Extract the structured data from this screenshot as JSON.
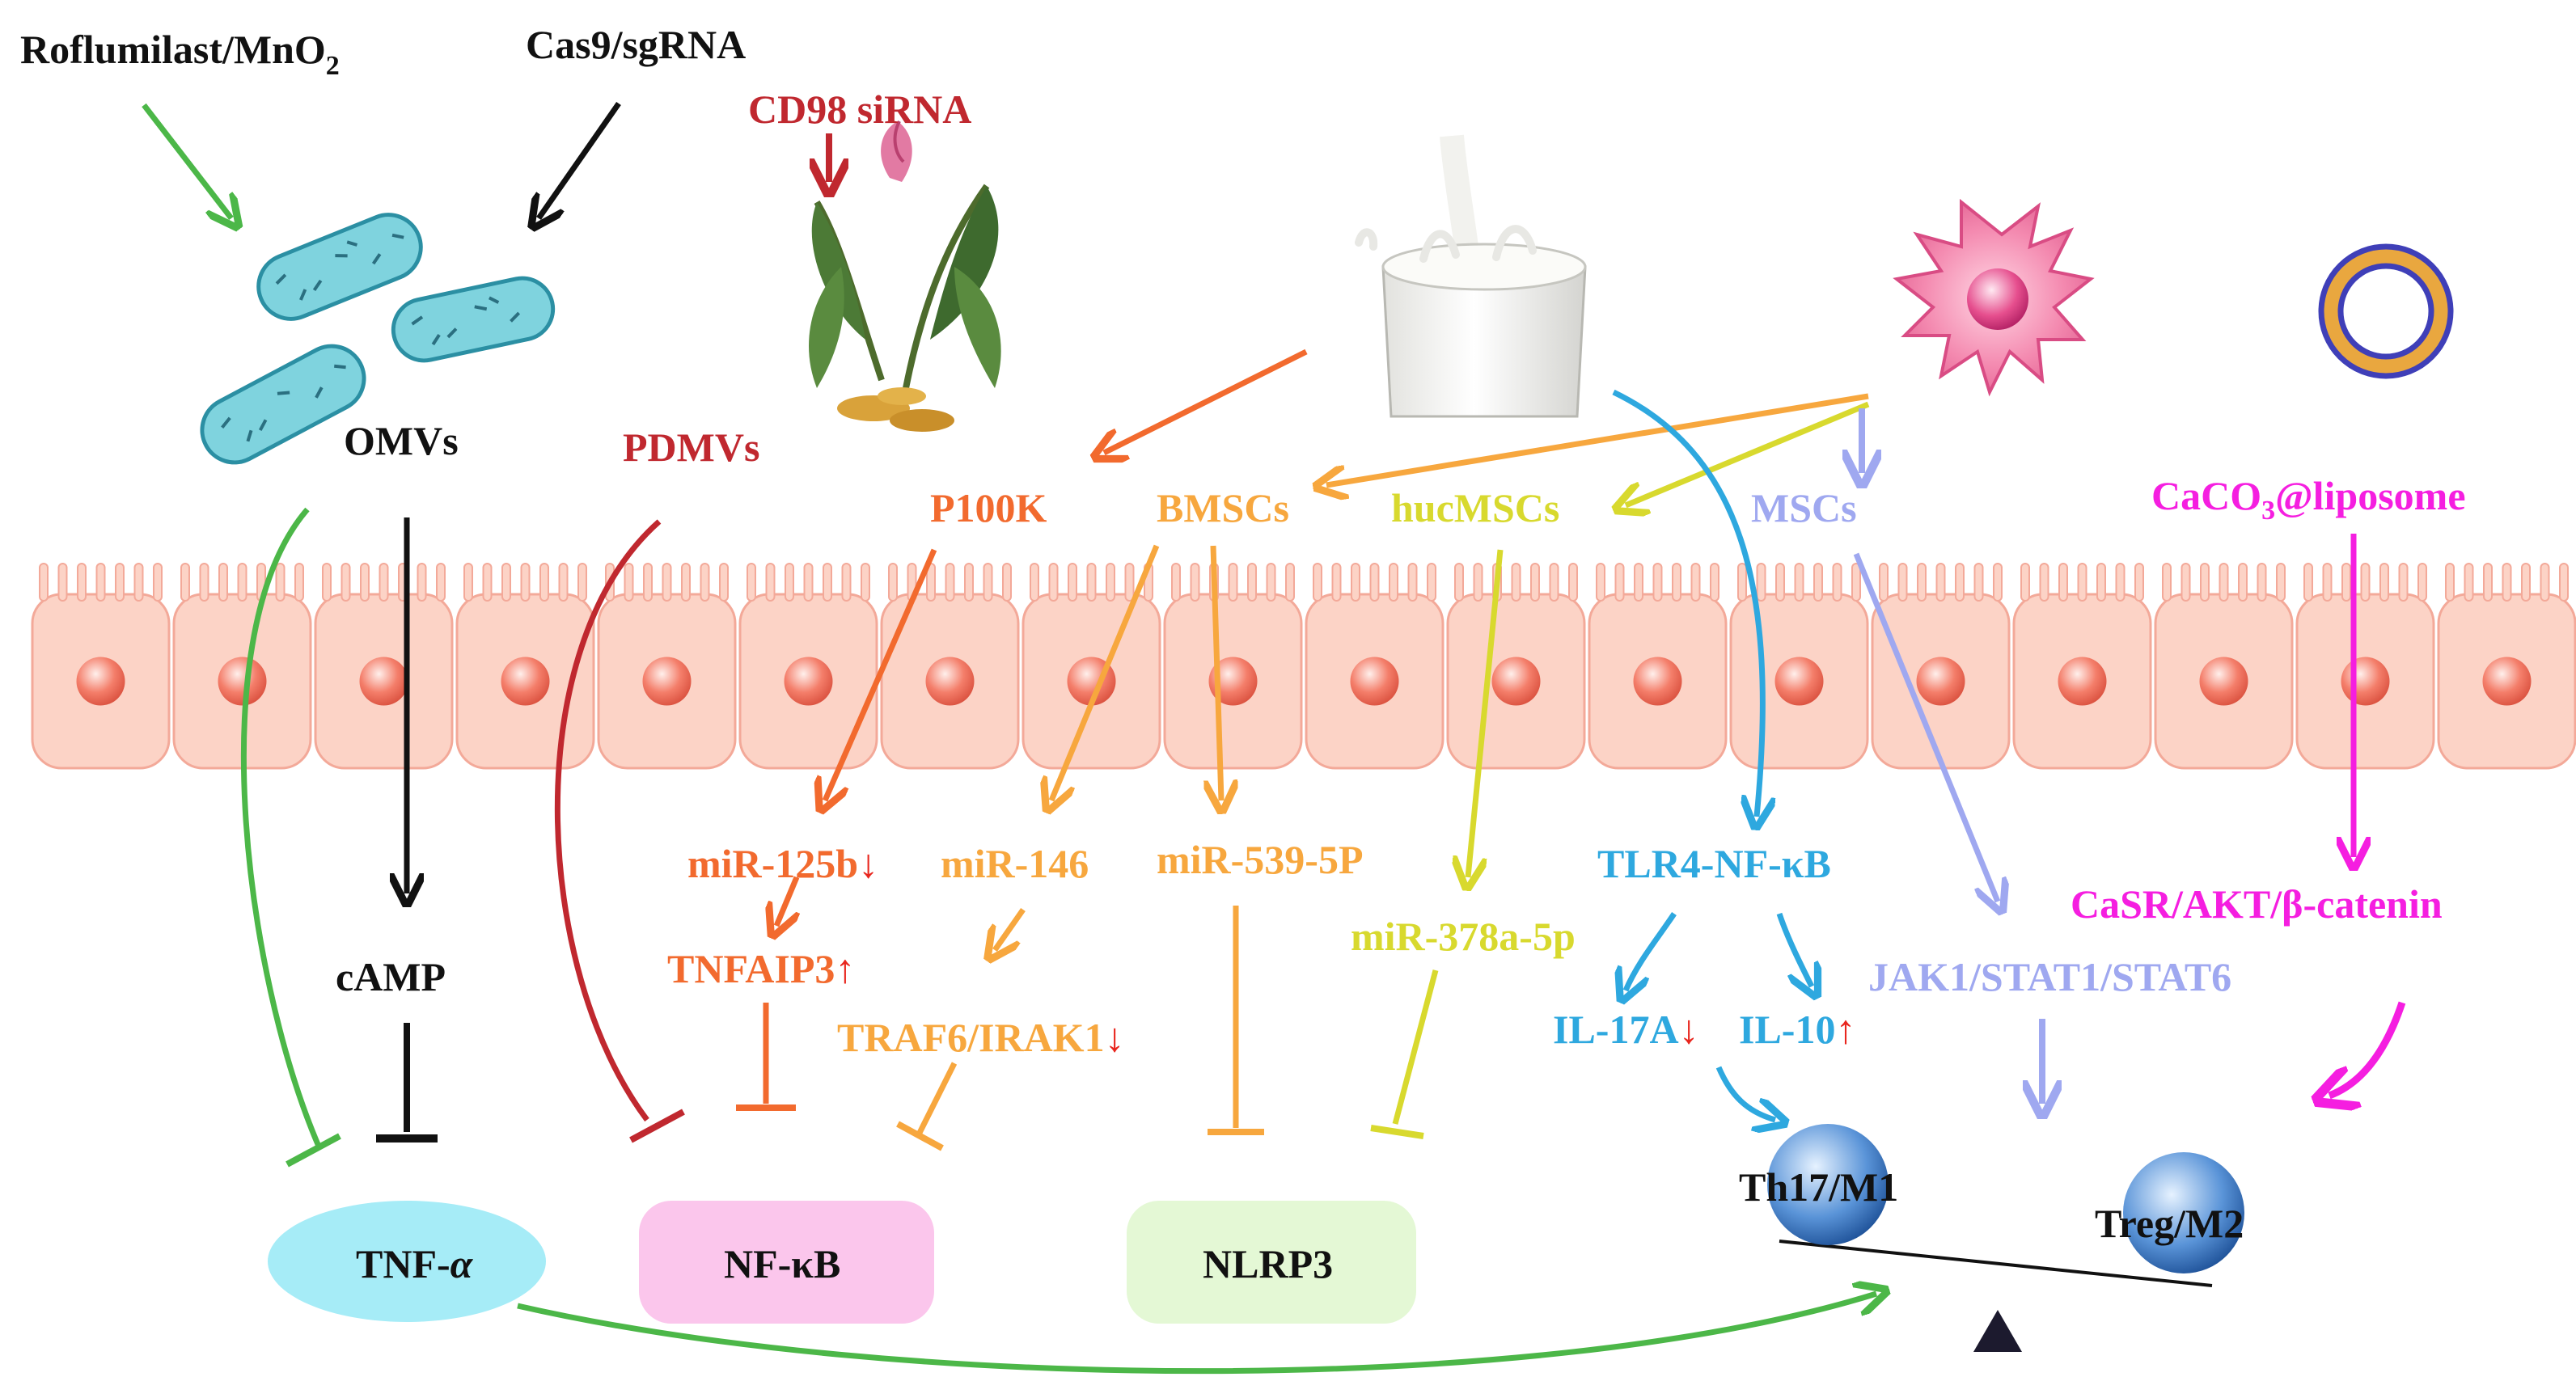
{
  "colors": {
    "green": "#4cb748",
    "black": "#111111",
    "crimson": "#c0282f",
    "orange": "#f26a2e",
    "light_orange": "#f7a73e",
    "lime": "#d8d92e",
    "blue": "#2ea8df",
    "periwinkle": "#9fa8f0",
    "magenta": "#f51ee0",
    "red_arrow": "#e8261e",
    "tnf_fill": "#a6ecf7",
    "nfkb_fill": "#fbc6ec",
    "nlrp3_fill": "#e4f8d5",
    "cell_fill": "#fcd3c6"
  },
  "agents": {
    "roflumilast": "Roflumilast/MnO",
    "roflumilast_sub": "2",
    "cas9": "Cas9/sgRNA",
    "cd98": "CD98 siRNA",
    "calcium": "CaCO",
    "calcium_sub": "3",
    "calcium_rest": "@liposome"
  },
  "vesicles": {
    "omvs": "OMVs",
    "pdmvs": "PDMVs",
    "p100k": "P100K",
    "bmscs": "BMSCs",
    "hucmscs": "hucMSCs",
    "mscs": "MSCs"
  },
  "mediators": {
    "camp": "cAMP",
    "mir125b": "miR-125b",
    "tnfaip3": "TNFAIP3",
    "mir146": "miR-146",
    "traf6": "TRAF6/IRAK1",
    "mir539": "miR-539-5P",
    "mir378": "miR-378a-5p",
    "tlr4": "TLR4-NF-κB",
    "il17a": "IL-17A",
    "il10": "IL-10",
    "jak": "JAK1/STAT1/STAT6",
    "casr": "CaSR/AKT/β-catenin"
  },
  "change_markers": {
    "down": "↓",
    "up": "↑"
  },
  "targets": {
    "tnf": "TNF-",
    "tnf_alpha": "α",
    "nfkb": "NF-κB",
    "nlrp3": "NLRP3"
  },
  "balance": {
    "left": "Th17/M1",
    "right": "Treg/M2"
  },
  "icons": [
    "bacteria-icon",
    "turmeric-plant-icon",
    "milk-glass-icon",
    "stem-cell-icon",
    "liposome-icon",
    "intestinal-epithelium",
    "immune-cell-icon",
    "balance-fulcrum-icon"
  ]
}
